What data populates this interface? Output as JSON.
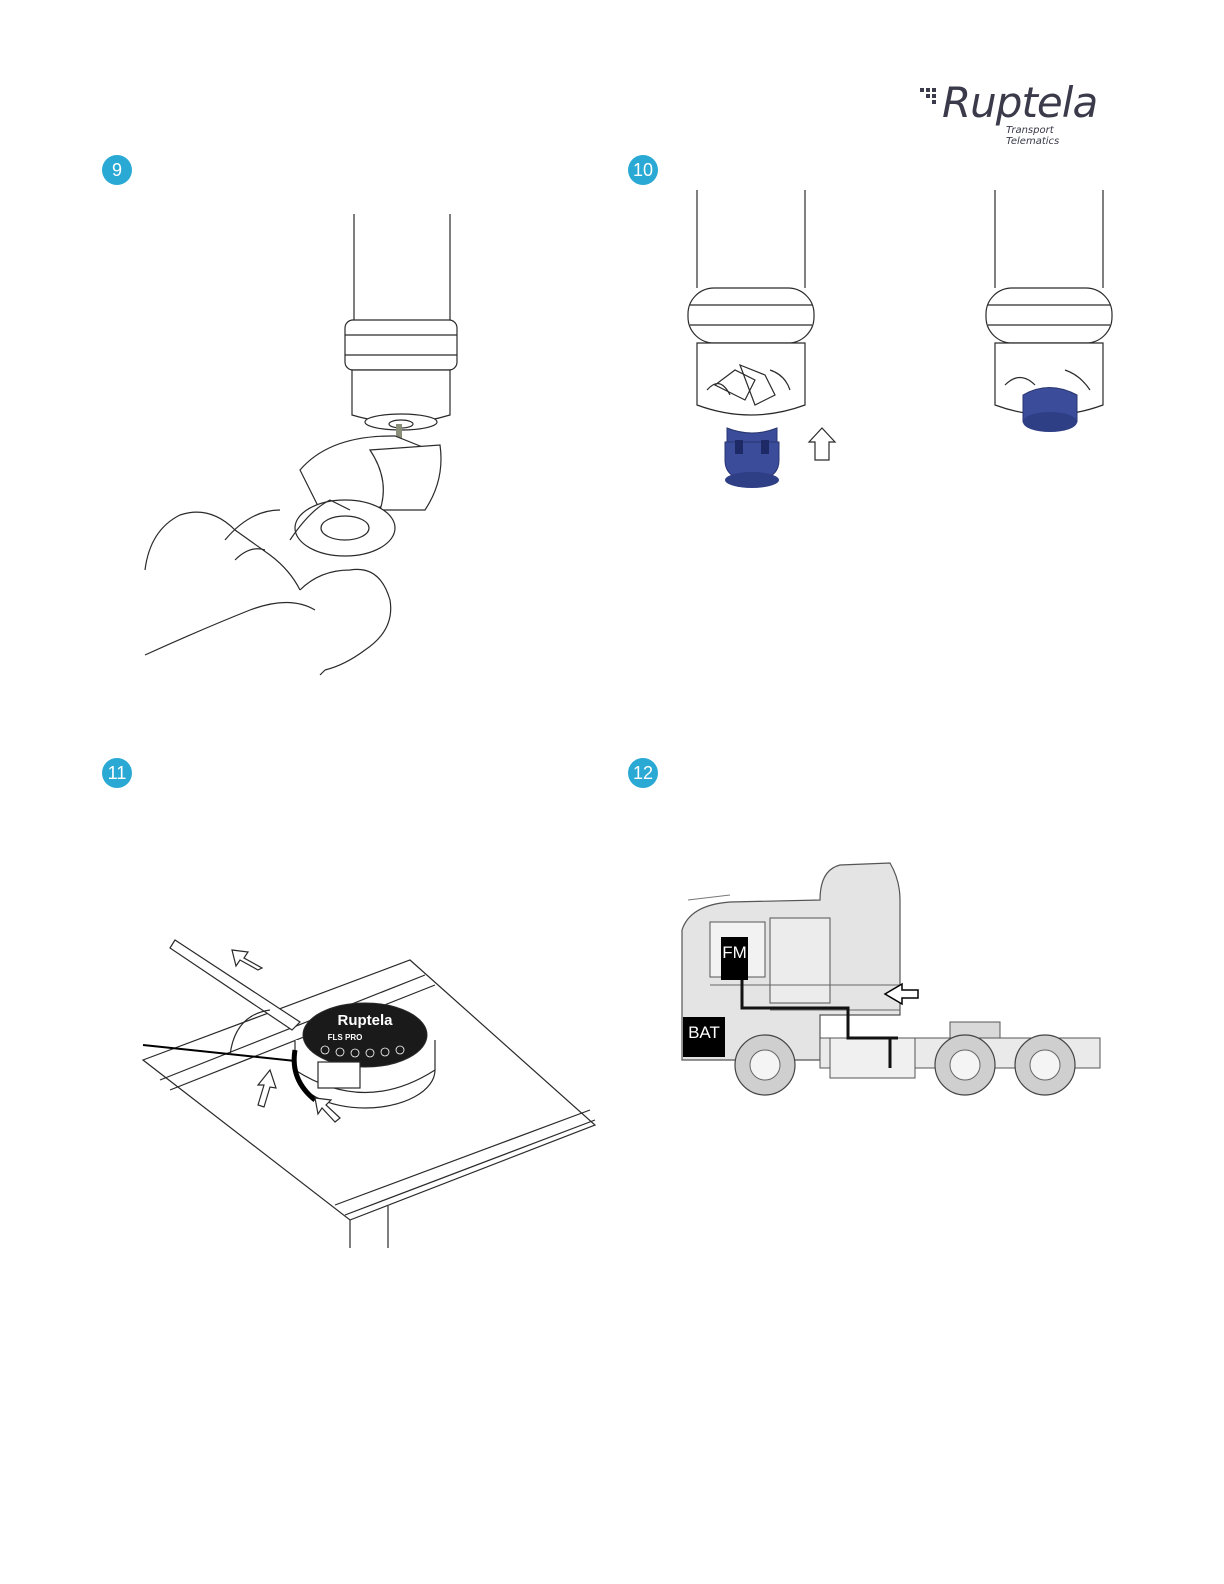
{
  "brand": {
    "name": "Ruptela",
    "tagline": "Transport Telematics",
    "dot_color": "#3a3a4a"
  },
  "accent_color": "#29a9d3",
  "steps": [
    {
      "number": "9"
    },
    {
      "number": "10"
    },
    {
      "number": "11"
    },
    {
      "number": "12"
    }
  ],
  "sensor_label": {
    "brand": "Ruptela",
    "model": "FLS PRO"
  },
  "truck_labels": {
    "fm": "FM",
    "bat": "BAT"
  },
  "icons": [
    "arrow-up-icon",
    "arrow-left-icon",
    "cable-cutter-icon",
    "plug-cap-icon"
  ]
}
